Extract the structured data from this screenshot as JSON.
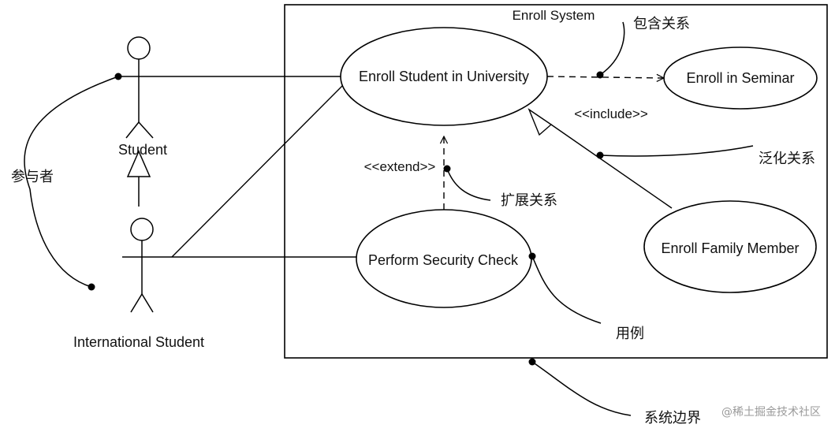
{
  "system": {
    "title": "Enroll System"
  },
  "actors": {
    "student": "Student",
    "international_student": "International Student"
  },
  "use_cases": {
    "enroll_university": "Enroll Student in University",
    "enroll_seminar": "Enroll in Seminar",
    "security_check": "Perform Security Check",
    "family_member": "Enroll Family Member"
  },
  "stereotypes": {
    "include": "<<include>>",
    "extend": "<<extend>>"
  },
  "annotations": {
    "actor": "参与者",
    "include_relation": "包含关系",
    "generalization": "泛化关系",
    "extend_relation": "扩展关系",
    "use_case": "用例",
    "system_boundary": "系统边界"
  },
  "watermark": "@稀土掘金技术社区",
  "colors": {
    "stroke": "#000000",
    "text": "#111111",
    "watermark": "#9a9a9a"
  }
}
